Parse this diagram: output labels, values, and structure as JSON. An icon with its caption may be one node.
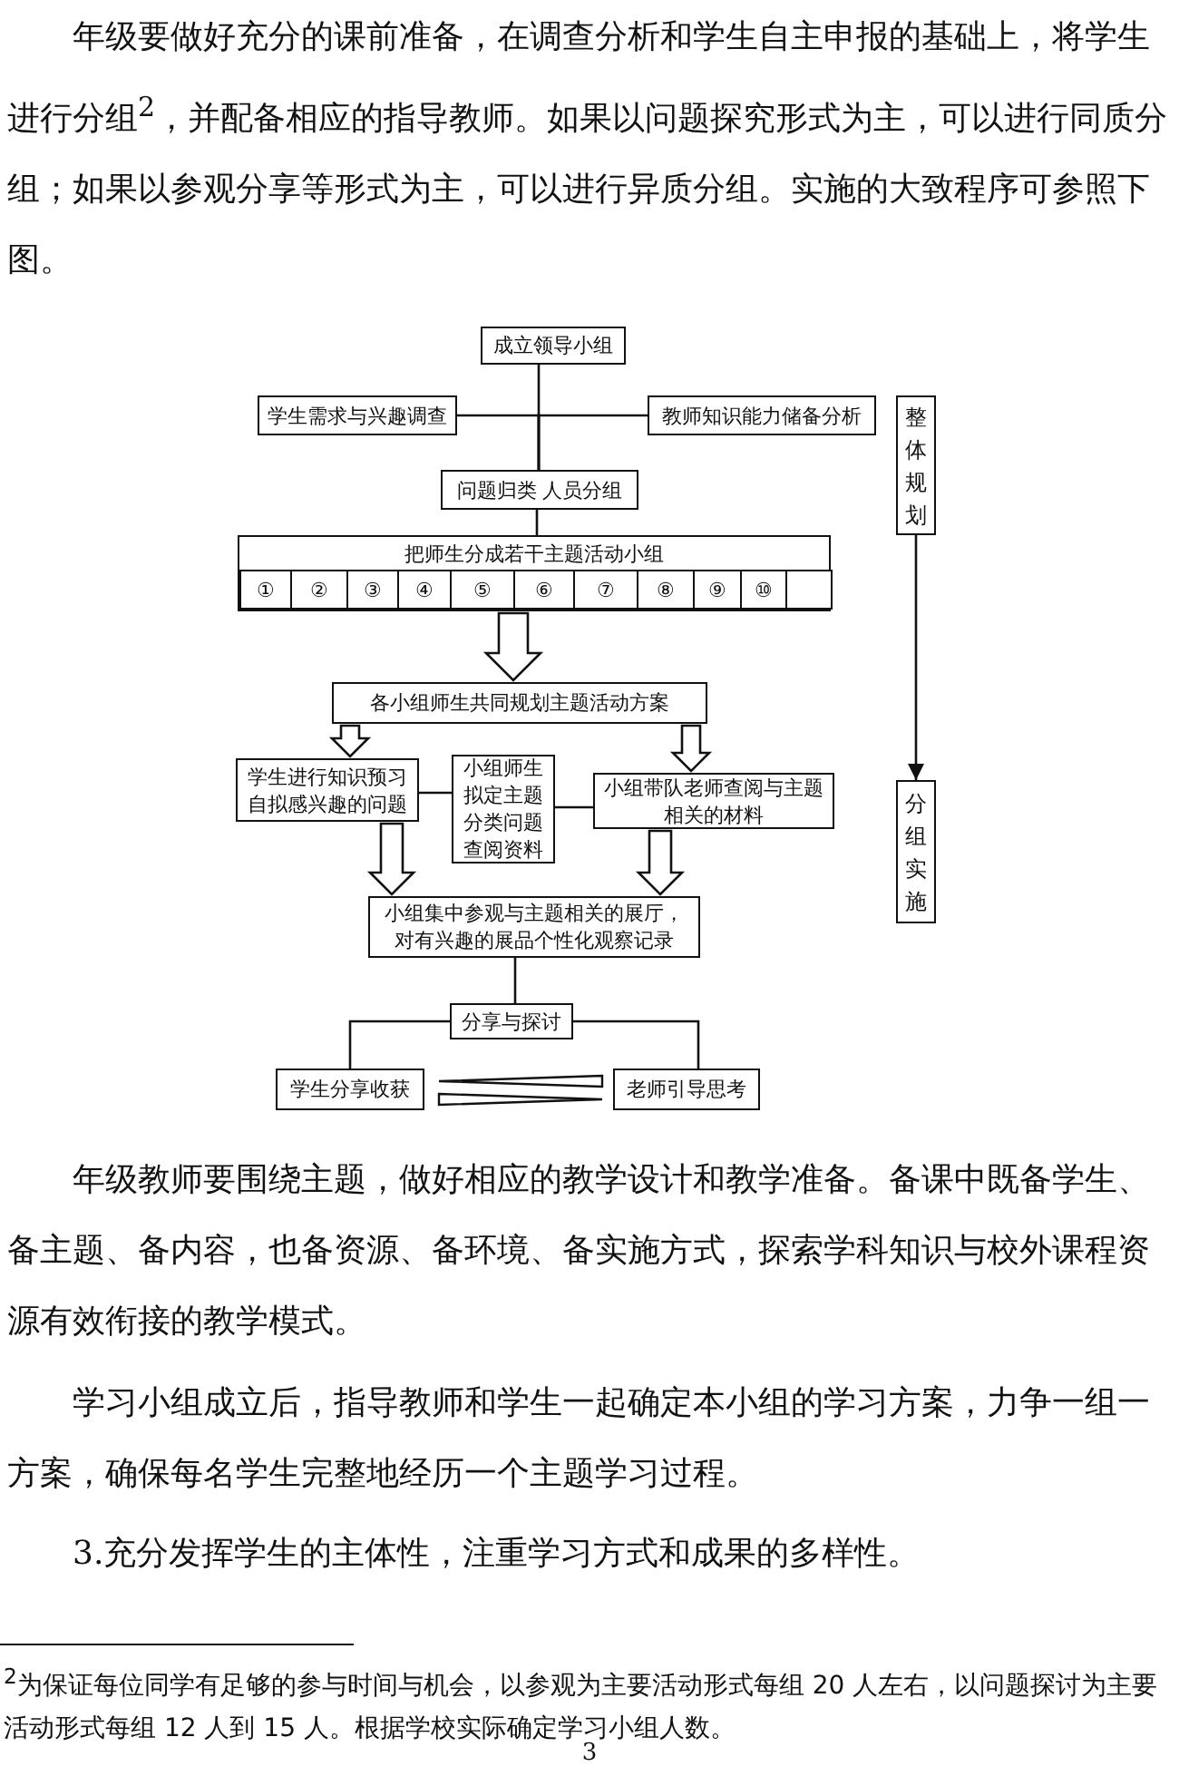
{
  "diagram": {
    "nodes": [
      {
        "text": [
          "成立领导小组"
        ]
      },
      {
        "text": [
          "学生需求与兴趣调查"
        ]
      },
      {
        "text": [
          "教师知识能力储备分析"
        ]
      },
      {
        "text": [
          "问题归类 人员分组"
        ]
      },
      {
        "text": [
          "把师生分成若干主题活动小组"
        ]
      },
      {
        "text": [
          "①"
        ],
        "in": 4
      },
      {
        "text": [
          "②"
        ],
        "in": 4
      },
      {
        "text": [
          "③"
        ],
        "in": 4
      },
      {
        "text": [
          "④"
        ],
        "in": 4
      },
      {
        "text": [
          "⑤"
        ],
        "in": 4
      },
      {
        "text": [
          "⑥"
        ],
        "in": 4
      },
      {
        "text": [
          "⑦"
        ],
        "in": 4
      },
      {
        "text": [
          "⑧"
        ],
        "in": 4
      },
      {
        "text": [
          "⑨"
        ],
        "in": 4
      },
      {
        "text": [
          "⑩"
        ],
        "in": 4
      },
      {
        "text": [],
        "shape": "box",
        "in": 4
      },
      {
        "text": [
          "各小组师生共同规划主题活动方案"
        ]
      },
      {
        "text": [
          "学生进行知识预习自拟感兴趣的问题"
        ]
      },
      {
        "text": [
          "小组师生拟定主题分类问题查阅资料"
        ]
      },
      {
        "text": [
          "小组带队老师查阅与主题相关的材料"
        ]
      },
      {
        "text": [
          "小组集中参观与主题相关的展厅，对有兴趣的展品个性化观察记录"
        ]
      },
      {
        "text": [
          "分享与探讨"
        ]
      },
      {
        "text": [
          "学生分享收获"
        ]
      },
      {
        "text": [
          "老师引导思考"
        ]
      },
      {
        "text": [
          "整体规划"
        ]
      },
      {
        "text": [
          "分组实施"
        ]
      }
    ],
    "edges": [
      {
        "from": 0,
        "to": 3,
        "arrow": "none"
      },
      {
        "from": 1,
        "to": 3,
        "arrow": "none"
      },
      {
        "from": 2,
        "to": 3,
        "arrow": "none"
      },
      {
        "from": 3,
        "to": 4,
        "arrow": "none"
      },
      {
        "from": 4,
        "to": 16,
        "arrow": "to"
      },
      {
        "from": 16,
        "to": 17,
        "arrow": "to"
      },
      {
        "from": 16,
        "to": 19,
        "arrow": "to"
      },
      {
        "from": 17,
        "to": 18,
        "arrow": "none"
      },
      {
        "from": 18,
        "to": 19,
        "arrow": "none"
      },
      {
        "from": 17,
        "to": 20,
        "arrow": "to"
      },
      {
        "from": 19,
        "to": 20,
        "arrow": "to"
      },
      {
        "from": 20,
        "to": 21,
        "arrow": "none"
      },
      {
        "from": 21,
        "to": 22,
        "arrow": "none"
      },
      {
        "from": 21,
        "to": 23,
        "arrow": "none"
      },
      {
        "from": 23,
        "to": 22,
        "arrow": "to"
      },
      {
        "from": 22,
        "to": 23,
        "arrow": "to"
      },
      {
        "from": 24,
        "to": 25,
        "arrow": "to"
      }
    ],
    "labels": [
      "年级要做好充分的课前准备，在调查分析和学生自主申报的基础上，将学生进行分组$^{2}$，并配备相应的指导教师。如果以问题探究形式为主，可以进行同质分组；如果以参观分享等形式为主，可以进行异质分组。实施的大致程序可参照下图。",
      "年级教师要围绕主题，做好相应的教学设计和教学准备。备课中既备学生、备主题、备内容，也备资源、备环境、备实施方式，探索学科知识与校外课程资源有效衔接的教学模式。",
      "学习小组成立后，指导教师和学生一起确定本小组的学习方案，力争一组一方案，确保每名学生完整地经历一个主题学习过程。",
      "3.充分发挥学生的主体性，注重学习方式和成果的多样性。",
      "$^{2}$为保证每位同学有足够的参与时间与机会，以参观为主要活动形式每组 20 人左右，以问题探讨为主要活动形式每组 12 人到 15 人。根据学校实际确定学习小组人数。",
      "3"
    ]
  }
}
